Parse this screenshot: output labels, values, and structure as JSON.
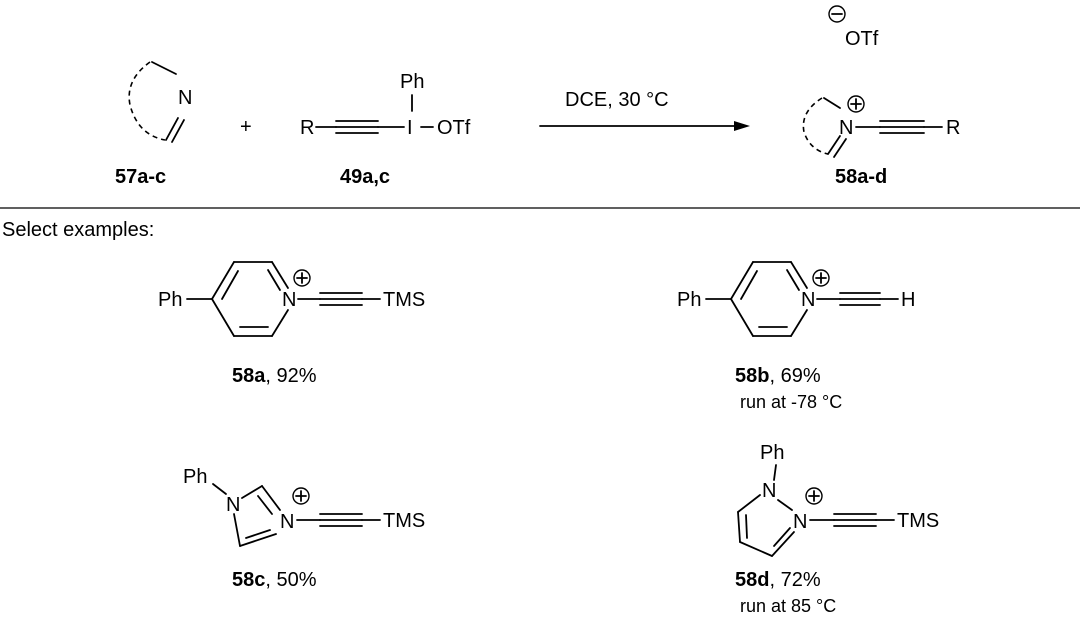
{
  "scheme": {
    "conditions": "DCE, 30 °C",
    "plus": "+",
    "reactant1": {
      "atom_N": "N",
      "label": "57a-c"
    },
    "reactant2": {
      "R": "R",
      "I": "I",
      "OTf": "OTf",
      "Ph": "Ph",
      "label": "49a,c"
    },
    "product": {
      "atom_N": "N",
      "R": "R",
      "counterion": "OTf",
      "label": "58a-d"
    }
  },
  "section_heading": "Select examples:",
  "examples": [
    {
      "id": "58a",
      "yield": ", 92%",
      "substituent": "Ph",
      "terminus": "TMS",
      "note": ""
    },
    {
      "id": "58b",
      "yield": ", 69%",
      "substituent": "Ph",
      "terminus": "H",
      "note": "run at -78 °C"
    },
    {
      "id": "58c",
      "yield": ", 50%",
      "substituent": "Ph",
      "terminus": "TMS",
      "note": ""
    },
    {
      "id": "58d",
      "yield": ", 72%",
      "substituent": "Ph",
      "terminus": "TMS",
      "note": "run at 85 °C"
    }
  ],
  "atoms": {
    "N": "N",
    "N2": "N"
  }
}
